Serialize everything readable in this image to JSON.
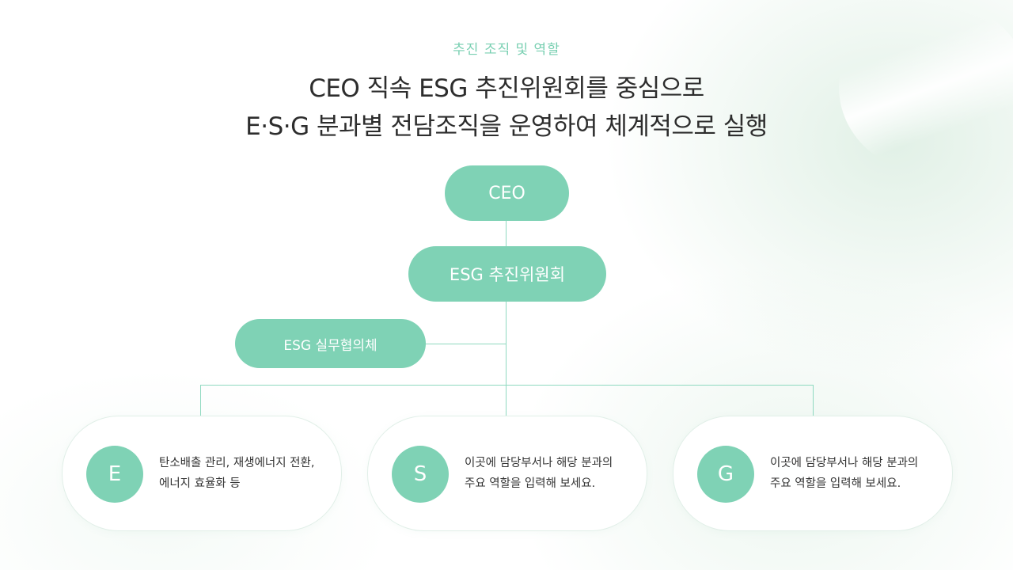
{
  "eyebrow": "추진 조직 및 역할",
  "title": {
    "line1": "CEO 직속 ESG 추진위원회를 중심으로",
    "line2": "E·S·G 분과별 전담조직을 운영하여 체계적으로 실행"
  },
  "nodes": {
    "ceo": "CEO",
    "committee": "ESG 추진위원회",
    "council": "ESG 실무협의체"
  },
  "divisions": [
    {
      "letter": "E",
      "line1": "탄소배출 관리, 재생에너지 전환,",
      "line2": "에너지 효율화 등"
    },
    {
      "letter": "S",
      "line1": "이곳에 담당부서나 해당 분과의",
      "line2": "주요 역할을 입력해 보세요."
    },
    {
      "letter": "G",
      "line1": "이곳에 담당부서나 해당 분과의",
      "line2": "주요 역할을 입력해 보세요."
    }
  ],
  "colors": {
    "accent": "#7fd2b5",
    "connector": "#8fd9c0",
    "title": "#2d2d2d",
    "eyebrow": "#78cfb1"
  }
}
